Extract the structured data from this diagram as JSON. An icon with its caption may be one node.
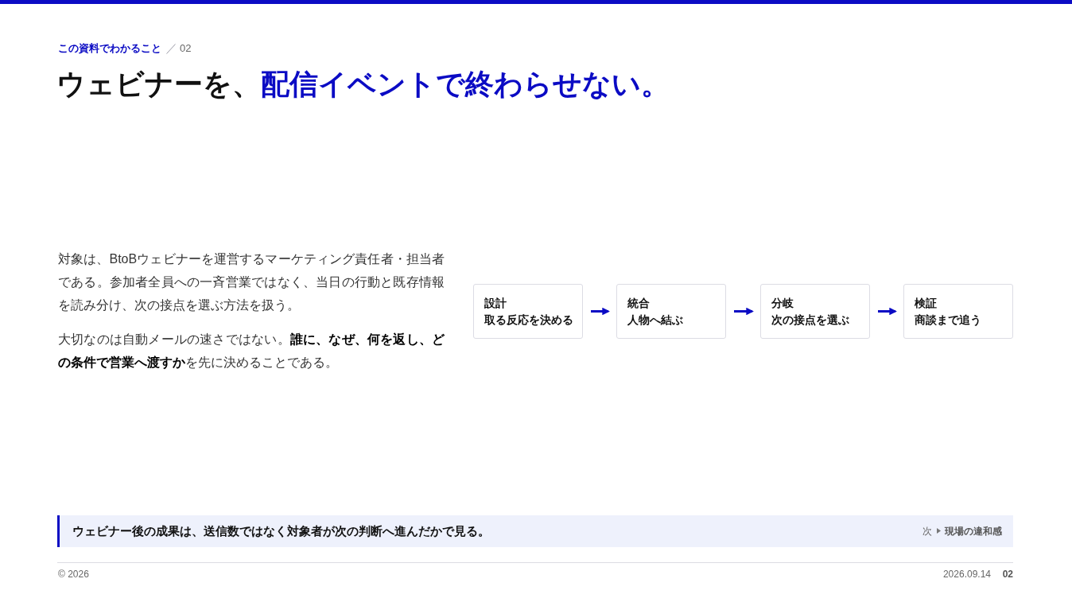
{
  "diagram": {
    "title": "ウェビナーを、**配信イベントで終わらせない。**",
    "nodes": [
      {
        "text": [
          "設計",
          "取る反応を決める"
        ]
      },
      {
        "text": [
          "統合",
          "人物へ結ぶ"
        ]
      },
      {
        "text": [
          "分岐",
          "次の接点を選ぶ"
        ]
      },
      {
        "text": [
          "検証",
          "商談まで追う"
        ]
      }
    ],
    "edges": [
      {
        "from": 0,
        "to": 1,
        "arrow": "to"
      },
      {
        "from": 1,
        "to": 2,
        "arrow": "to"
      },
      {
        "from": 2,
        "to": 3,
        "arrow": "to"
      }
    ],
    "labels": [
      "この資料でわかること",
      "02",
      "対象は、BtoBウェビナーを運営するマーケティング責任者・担当者である。参加者全員への一斉営業ではなく、当日の行動と既存情報を読み分け、次の接点を選ぶ方法を扱う。",
      "大切なのは自動メールの速さではない。**誰に、なぜ、何を返し、どの条件で営業へ渡すか**を先に決めることである。",
      "ウェビナー後の成果は、送信数ではなく対象者が次の判断へ進んだかで見る。",
      "次",
      "現場の違和感",
      "© 2026",
      "2026.09.14",
      "02"
    ]
  }
}
